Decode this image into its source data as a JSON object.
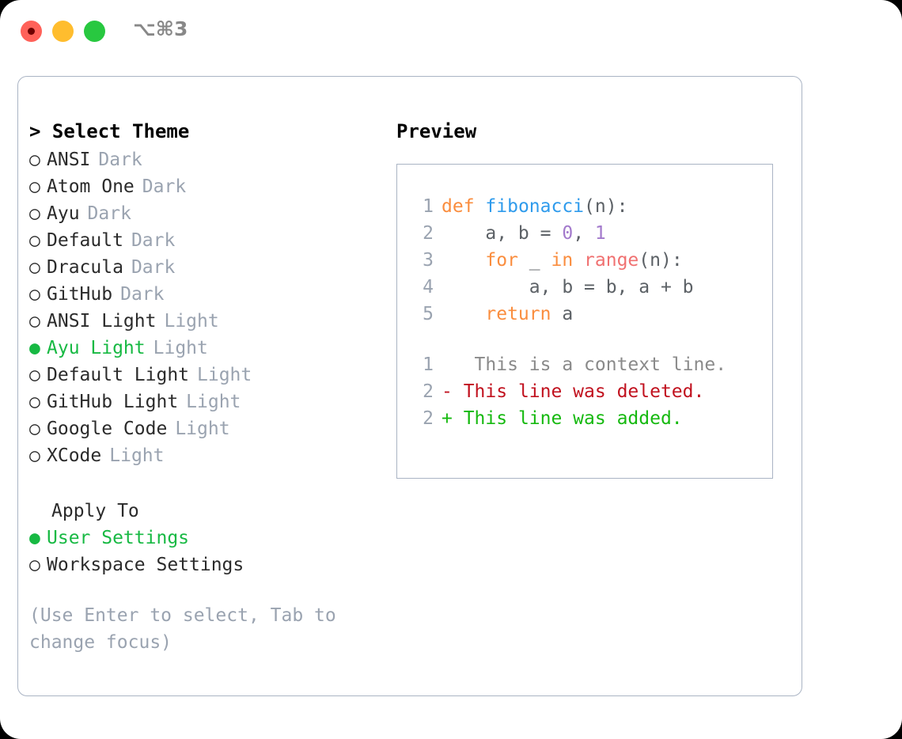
{
  "titlebar": {
    "shortcut": "⌥⌘3",
    "buttons": {
      "close": "close-button",
      "minimize": "minimize-button",
      "maximize": "maximize-button"
    }
  },
  "theme_picker": {
    "header": "> Select Theme",
    "items": [
      {
        "bullet": "○",
        "name": "ANSI",
        "variant": "Dark",
        "selected": false
      },
      {
        "bullet": "○",
        "name": "Atom One",
        "variant": "Dark",
        "selected": false
      },
      {
        "bullet": "○",
        "name": "Ayu",
        "variant": "Dark",
        "selected": false
      },
      {
        "bullet": "○",
        "name": "Default",
        "variant": "Dark",
        "selected": false
      },
      {
        "bullet": "○",
        "name": "Dracula",
        "variant": "Dark",
        "selected": false
      },
      {
        "bullet": "○",
        "name": "GitHub",
        "variant": "Dark",
        "selected": false
      },
      {
        "bullet": "○",
        "name": "ANSI Light",
        "variant": "Light",
        "selected": false
      },
      {
        "bullet": "●",
        "name": "Ayu Light",
        "variant": "Light",
        "selected": true
      },
      {
        "bullet": "○",
        "name": "Default Light",
        "variant": "Light",
        "selected": false
      },
      {
        "bullet": "○",
        "name": "GitHub Light",
        "variant": "Light",
        "selected": false
      },
      {
        "bullet": "○",
        "name": "Google Code",
        "variant": "Light",
        "selected": false
      },
      {
        "bullet": "○",
        "name": "XCode",
        "variant": "Light",
        "selected": false
      }
    ]
  },
  "apply_to": {
    "title": "Apply To",
    "options": [
      {
        "bullet": "●",
        "label": "User Settings",
        "selected": true
      },
      {
        "bullet": "○",
        "label": "Workspace Settings",
        "selected": false
      }
    ]
  },
  "hint": "(Use Enter to select, Tab to change focus)",
  "preview": {
    "title": "Preview",
    "code_lines": [
      {
        "no": "1",
        "tokens": [
          {
            "t": "def",
            "c": "kw"
          },
          {
            "t": " ",
            "c": "pl"
          },
          {
            "t": "fibonacci",
            "c": "fn"
          },
          {
            "t": "(n):",
            "c": "pl"
          }
        ]
      },
      {
        "no": "2",
        "tokens": [
          {
            "t": "    a, b = ",
            "c": "pl"
          },
          {
            "t": "0",
            "c": "num"
          },
          {
            "t": ", ",
            "c": "pl"
          },
          {
            "t": "1",
            "c": "num"
          }
        ]
      },
      {
        "no": "3",
        "tokens": [
          {
            "t": "    ",
            "c": "pl"
          },
          {
            "t": "for",
            "c": "kw"
          },
          {
            "t": " _ ",
            "c": "pl"
          },
          {
            "t": "in",
            "c": "kw"
          },
          {
            "t": " ",
            "c": "pl"
          },
          {
            "t": "range",
            "c": "bi"
          },
          {
            "t": "(n):",
            "c": "pl"
          }
        ]
      },
      {
        "no": "4",
        "tokens": [
          {
            "t": "        a, b = b, a + b",
            "c": "pl"
          }
        ]
      },
      {
        "no": "5",
        "tokens": [
          {
            "t": "    ",
            "c": "pl"
          },
          {
            "t": "return",
            "c": "kw"
          },
          {
            "t": " a",
            "c": "pl"
          }
        ]
      }
    ],
    "diff_lines": [
      {
        "no": "1",
        "marker": " ",
        "text": "  This is a context line.",
        "kind": "ctx"
      },
      {
        "no": "2",
        "marker": "-",
        "text": " This line was deleted.",
        "kind": "del"
      },
      {
        "no": "2",
        "marker": "+",
        "text": " This line was added.",
        "kind": "add"
      }
    ]
  },
  "colors": {
    "accent_green": "#17b943",
    "muted": "#9aa3b0",
    "border": "#aab4c4",
    "keyword": "#fa8d3e",
    "function": "#2f9bec",
    "number": "#a37acc",
    "builtin": "#f07171",
    "diff_delete": "#c1121f",
    "diff_add": "#16b910",
    "traffic_red": "#ff6159",
    "traffic_yellow": "#ffbd2e",
    "traffic_green": "#28c840"
  }
}
